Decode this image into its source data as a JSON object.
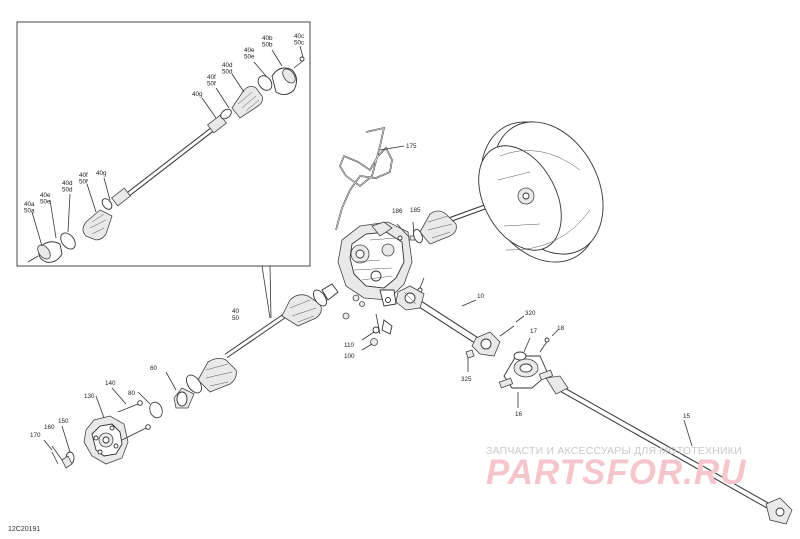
{
  "diagram_code": "12C20191",
  "watermark": {
    "text": "ЗАПЧАСТИ И АКСЕССУАРЫ ДЛЯ МОТОТЕХНИКИ",
    "logo": "PARTSFOR.RU"
  },
  "inset_labels": {
    "l40c_50c": [
      "40c",
      "50c"
    ],
    "l40b_50b": [
      "40b",
      "50b"
    ],
    "l40e_50e_top": [
      "40e",
      "50e"
    ],
    "l40d_50d_top": [
      "40d",
      "50d"
    ],
    "l40f_50f_top": [
      "40f",
      "50f"
    ],
    "l40g_top": [
      "40g"
    ],
    "l40g_bot": [
      "40g"
    ],
    "l40f_50f_bot": [
      "40f",
      "50f"
    ],
    "l40d_50d_bot": [
      "40d",
      "50d"
    ],
    "l40e_50e_bot": [
      "40e",
      "50e"
    ],
    "l40a_50a": [
      "40a",
      "50a"
    ]
  },
  "callouts": {
    "c175": "175",
    "c186": "186",
    "c185": "185",
    "c10": "10",
    "c320": "320",
    "c17": "17",
    "c18": "18",
    "c16": "16",
    "c15": "15",
    "c325": "325",
    "c110": "110",
    "c100": "100",
    "c40_50": [
      "40",
      "50"
    ],
    "c60": "60",
    "c140": "140",
    "c130": "130",
    "c80": "80",
    "c150": "150",
    "c160": "160",
    "c170": "170"
  }
}
